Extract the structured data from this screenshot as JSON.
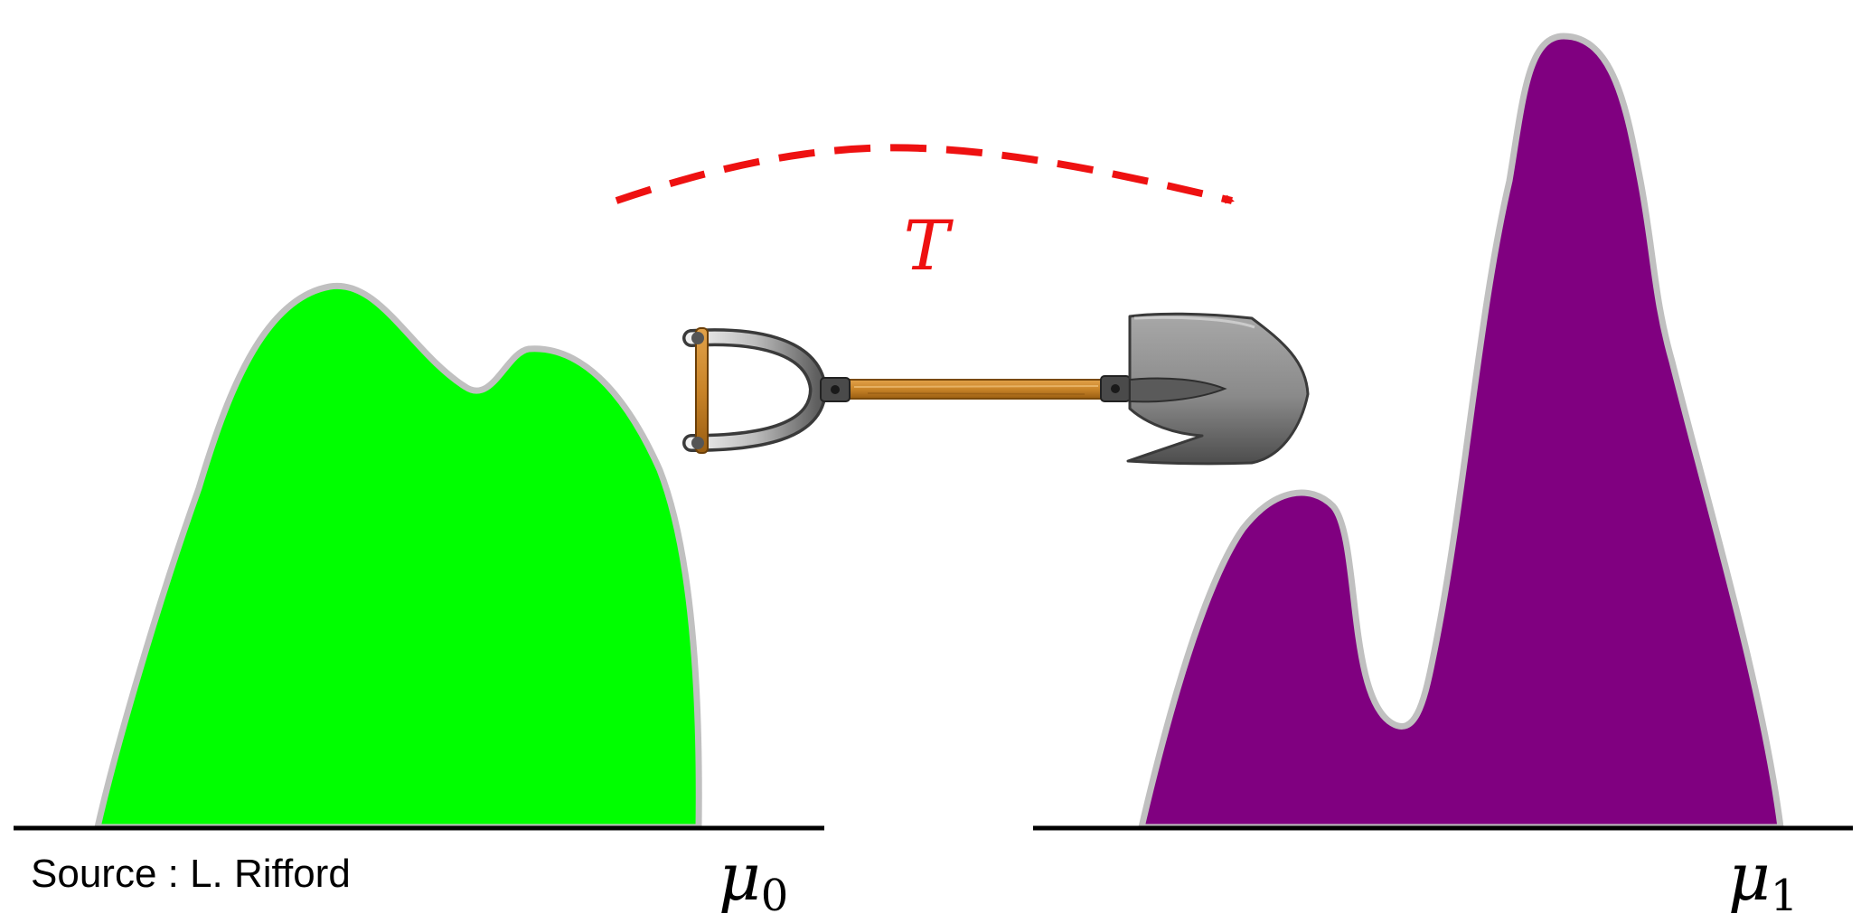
{
  "diagram": {
    "map_label": "T",
    "source_measure": {
      "label": "μ",
      "subscript": "0",
      "fill": "#00ff00"
    },
    "target_measure": {
      "label": "μ",
      "subscript": "1",
      "fill": "#800080"
    },
    "outline_color": "#c0c0c0",
    "arrow_color": "#ee1111",
    "icons": {
      "tool": "shovel-icon"
    }
  },
  "source_credit": "Source : L. Rifford"
}
